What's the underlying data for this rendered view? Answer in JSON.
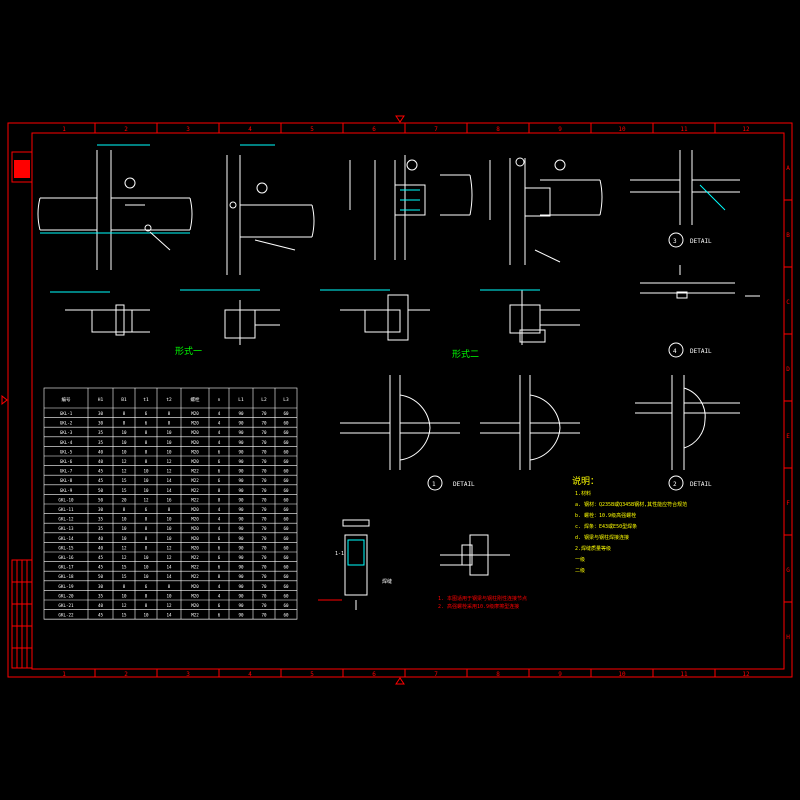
{
  "colors": {
    "background": "#000000",
    "frame": "#ff0000",
    "geometry": "#ffffff",
    "dimension": "#00ffff",
    "note": "#ffff00",
    "title_green": "#00ff00",
    "table_header": "#ffffff"
  },
  "grid": {
    "columns": [
      "1",
      "2",
      "3",
      "4",
      "5",
      "6",
      "7",
      "8",
      "9",
      "10",
      "11",
      "12"
    ],
    "rows": [
      "A",
      "B",
      "C",
      "D",
      "E",
      "F",
      "G",
      "H"
    ]
  },
  "labels": {
    "type_one": "形式一",
    "type_two": "形式二",
    "detail": "DETAIL",
    "detail_1": "1",
    "detail_2": "2",
    "detail_3": "3",
    "detail_4": "4",
    "notes_title": "说明：",
    "note_red_1": "1. 本图适用于钢梁与钢柱刚性连接节点",
    "note_red_2": "2. 高强螺栓采用10.9级摩擦型连接",
    "weld_ref": "焊缝",
    "cut_mark": "1-1"
  },
  "notes": [
    "1.材料",
    "a. 钢材：Q235B或Q345B钢材,其性能应符合规范",
    "b. 螺栓：10.9级高强螺栓",
    "c. 焊条：E43或E50型焊条",
    "d. 钢梁与钢柱焊接连接",
    "2.焊缝质量等级",
    "一级",
    "二级"
  ],
  "table": {
    "headers": [
      "编号",
      "H1",
      "B1",
      "t1",
      "t2",
      "螺栓",
      "n",
      "L1",
      "L2",
      "L3"
    ],
    "rows": [
      [
        "GKL-1",
        "30",
        "8",
        "6",
        "8",
        "M20",
        "4",
        "90",
        "70",
        "60"
      ],
      [
        "GKL-2",
        "30",
        "8",
        "6",
        "8",
        "M20",
        "4",
        "90",
        "70",
        "60"
      ],
      [
        "GKL-3",
        "35",
        "10",
        "8",
        "10",
        "M20",
        "4",
        "90",
        "70",
        "60"
      ],
      [
        "GKL-4",
        "35",
        "10",
        "8",
        "10",
        "M20",
        "4",
        "90",
        "70",
        "60"
      ],
      [
        "GKL-5",
        "40",
        "10",
        "8",
        "10",
        "M20",
        "6",
        "90",
        "70",
        "60"
      ],
      [
        "GKL-6",
        "40",
        "12",
        "8",
        "12",
        "M20",
        "6",
        "90",
        "70",
        "60"
      ],
      [
        "GKL-7",
        "45",
        "12",
        "10",
        "12",
        "M22",
        "6",
        "90",
        "70",
        "60"
      ],
      [
        "GKL-8",
        "45",
        "15",
        "10",
        "14",
        "M22",
        "6",
        "90",
        "70",
        "60"
      ],
      [
        "GKL-9",
        "50",
        "15",
        "10",
        "14",
        "M22",
        "8",
        "90",
        "70",
        "60"
      ],
      [
        "GKL-10",
        "50",
        "20",
        "12",
        "16",
        "M22",
        "8",
        "90",
        "70",
        "60"
      ],
      [
        "GKL-11",
        "30",
        "8",
        "6",
        "8",
        "M20",
        "4",
        "90",
        "70",
        "60"
      ],
      [
        "GKL-12",
        "35",
        "10",
        "8",
        "10",
        "M20",
        "4",
        "90",
        "70",
        "60"
      ],
      [
        "GKL-13",
        "35",
        "10",
        "8",
        "10",
        "M20",
        "4",
        "90",
        "70",
        "60"
      ],
      [
        "GKL-14",
        "40",
        "10",
        "8",
        "10",
        "M20",
        "6",
        "90",
        "70",
        "60"
      ],
      [
        "GKL-15",
        "40",
        "12",
        "8",
        "12",
        "M20",
        "6",
        "90",
        "70",
        "60"
      ],
      [
        "GKL-16",
        "45",
        "12",
        "10",
        "12",
        "M22",
        "6",
        "90",
        "70",
        "60"
      ],
      [
        "GKL-17",
        "45",
        "15",
        "10",
        "14",
        "M22",
        "6",
        "90",
        "70",
        "60"
      ],
      [
        "GKL-18",
        "50",
        "15",
        "10",
        "14",
        "M22",
        "8",
        "90",
        "70",
        "60"
      ],
      [
        "GKL-19",
        "30",
        "8",
        "6",
        "8",
        "M20",
        "4",
        "90",
        "70",
        "60"
      ],
      [
        "GKL-20",
        "35",
        "10",
        "8",
        "10",
        "M20",
        "4",
        "90",
        "70",
        "60"
      ],
      [
        "GKL-21",
        "40",
        "12",
        "8",
        "12",
        "M20",
        "6",
        "90",
        "70",
        "60"
      ],
      [
        "GKL-22",
        "45",
        "15",
        "10",
        "14",
        "M22",
        "6",
        "90",
        "70",
        "60"
      ]
    ]
  }
}
